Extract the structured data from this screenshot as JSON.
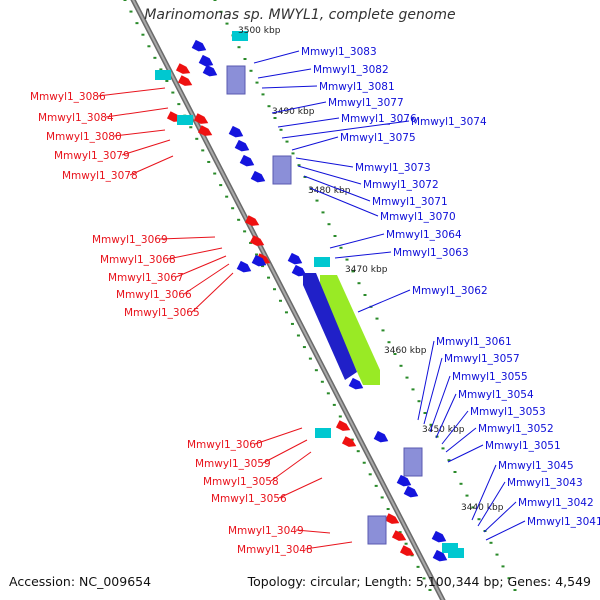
{
  "title": "Marinomonas sp. MWYL1, complete genome",
  "footer": {
    "accession": "Accession: NC_009654",
    "summary": "Topology: circular; Length: 5,100,344 bp; Genes: 4,549"
  },
  "colors": {
    "forward_label": "#e8131c",
    "reverse_label": "#1010d8",
    "forward_gene": "#ee1111",
    "reverse_gene": "#1515dd",
    "rna_gene": "#00c8d0",
    "long_gene": "#99ea25",
    "backbone": "#8a8a8a",
    "dots": "#2a8a2a"
  },
  "scale_ticks": [
    "3500 kbp",
    "3490 kbp",
    "3480 kbp",
    "3470 kbp",
    "3460 kbp",
    "3450 kbp",
    "3440 kbp"
  ],
  "left_labels": [
    "Mmwyl1_3086",
    "Mmwyl1_3084",
    "Mmwyl1_3080",
    "Mmwyl1_3079",
    "Mmwyl1_3078",
    "Mmwyl1_3069",
    "Mmwyl1_3068",
    "Mmwyl1_3067",
    "Mmwyl1_3066",
    "Mmwyl1_3065",
    "Mmwyl1_3060",
    "Mmwyl1_3059",
    "Mmwyl1_3058",
    "Mmwyl1_3056",
    "Mmwyl1_3049",
    "Mmwyl1_3048"
  ],
  "right_labels": [
    "Mmwyl1_3083",
    "Mmwyl1_3082",
    "Mmwyl1_3081",
    "Mmwyl1_3077",
    "Mmwyl1_3076",
    "Mmwyl1_3074",
    "Mmwyl1_3075",
    "Mmwyl1_3073",
    "Mmwyl1_3072",
    "Mmwyl1_3071",
    "Mmwyl1_3070",
    "Mmwyl1_3064",
    "Mmwyl1_3063",
    "Mmwyl1_3062",
    "Mmwyl1_3061",
    "Mmwyl1_3057",
    "Mmwyl1_3055",
    "Mmwyl1_3054",
    "Mmwyl1_3053",
    "Mmwyl1_3052",
    "Mmwyl1_3051",
    "Mmwyl1_3045",
    "Mmwyl1_3043",
    "Mmwyl1_3042",
    "Mmwyl1_3041"
  ]
}
